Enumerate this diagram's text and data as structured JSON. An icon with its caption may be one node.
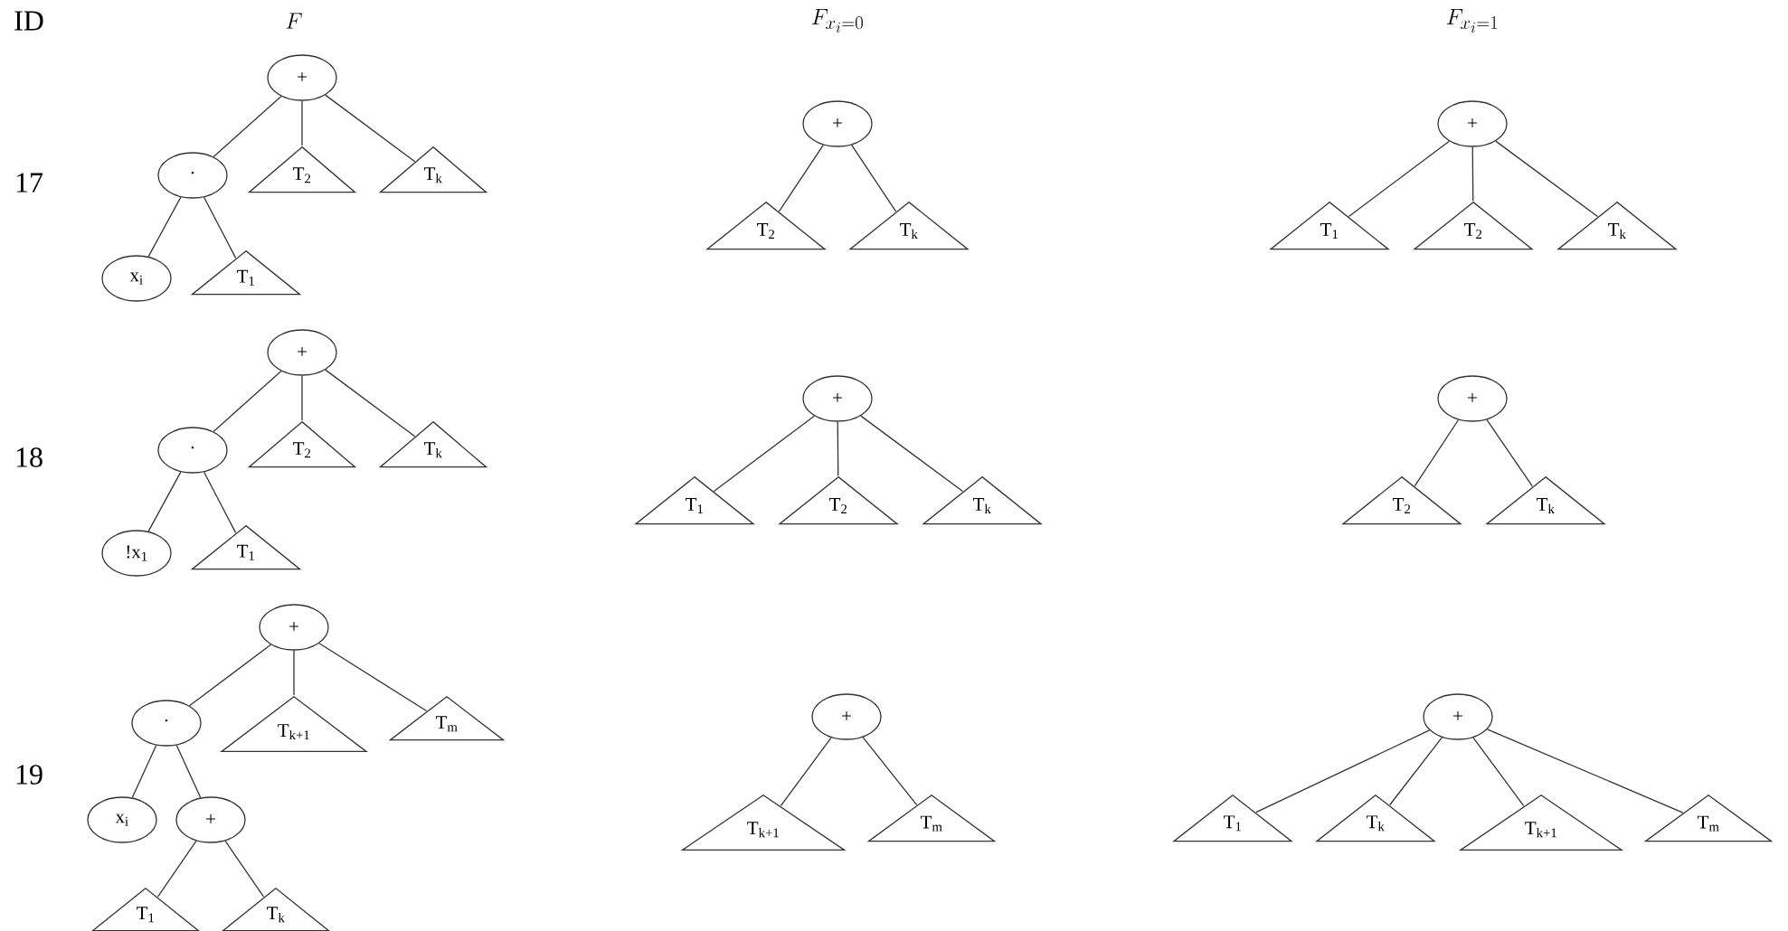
{
  "diagram": {
    "nodes": [
      {
        "text": [
          "+"
        ]
      },
      {
        "text": [
          "·"
        ]
      },
      {
        "text": [
          "T$_{2}$"
        ]
      },
      {
        "text": [
          "T$_{k}$"
        ]
      },
      {
        "text": [
          "x$_{i}$"
        ]
      },
      {
        "text": [
          "T$_{1}$"
        ]
      },
      {
        "text": [
          "+"
        ]
      },
      {
        "text": [
          "T$_{2}$"
        ]
      },
      {
        "text": [
          "T$_{k}$"
        ]
      },
      {
        "text": [
          "+"
        ]
      },
      {
        "text": [
          "T$_{1}$"
        ]
      },
      {
        "text": [
          "T$_{2}$"
        ]
      },
      {
        "text": [
          "T$_{k}$"
        ]
      },
      {
        "text": [
          "+"
        ]
      },
      {
        "text": [
          "·"
        ]
      },
      {
        "text": [
          "T$_{2}$"
        ]
      },
      {
        "text": [
          "T$_{k}$"
        ]
      },
      {
        "text": [
          "!x$_{1}$"
        ]
      },
      {
        "text": [
          "T$_{1}$"
        ]
      },
      {
        "text": [
          "+"
        ]
      },
      {
        "text": [
          "T$_{1}$"
        ]
      },
      {
        "text": [
          "T$_{2}$"
        ]
      },
      {
        "text": [
          "T$_{k}$"
        ]
      },
      {
        "text": [
          "+"
        ]
      },
      {
        "text": [
          "T$_{2}$"
        ]
      },
      {
        "text": [
          "T$_{k}$"
        ]
      },
      {
        "text": [
          "+"
        ]
      },
      {
        "text": [
          "·"
        ]
      },
      {
        "text": [
          "T$_{k+1}$"
        ]
      },
      {
        "text": [
          "T$_{m}$"
        ]
      },
      {
        "text": [
          "x$_{i}$"
        ]
      },
      {
        "text": [
          "+"
        ]
      },
      {
        "text": [
          "T$_{1}$"
        ]
      },
      {
        "text": [
          "T$_{k}$"
        ]
      },
      {
        "text": [
          "+"
        ]
      },
      {
        "text": [
          "T$_{k+1}$"
        ]
      },
      {
        "text": [
          "T$_{m}$"
        ]
      },
      {
        "text": [
          "+"
        ]
      },
      {
        "text": [
          "T$_{1}$"
        ]
      },
      {
        "text": [
          "T$_{k}$"
        ]
      },
      {
        "text": [
          "T$_{k+1}$"
        ]
      },
      {
        "text": [
          "T$_{m}$"
        ]
      }
    ],
    "edges": [
      {
        "from": 0,
        "to": 1,
        "arrow": "none"
      },
      {
        "from": 0,
        "to": 2,
        "arrow": "none"
      },
      {
        "from": 0,
        "to": 3,
        "arrow": "none"
      },
      {
        "from": 1,
        "to": 4,
        "arrow": "none"
      },
      {
        "from": 1,
        "to": 5,
        "arrow": "none"
      },
      {
        "from": 6,
        "to": 7,
        "arrow": "none"
      },
      {
        "from": 6,
        "to": 8,
        "arrow": "none"
      },
      {
        "from": 9,
        "to": 10,
        "arrow": "none"
      },
      {
        "from": 9,
        "to": 11,
        "arrow": "none"
      },
      {
        "from": 9,
        "to": 12,
        "arrow": "none"
      },
      {
        "from": 13,
        "to": 14,
        "arrow": "none"
      },
      {
        "from": 13,
        "to": 15,
        "arrow": "none"
      },
      {
        "from": 13,
        "to": 16,
        "arrow": "none"
      },
      {
        "from": 14,
        "to": 17,
        "arrow": "none"
      },
      {
        "from": 14,
        "to": 18,
        "arrow": "none"
      },
      {
        "from": 19,
        "to": 20,
        "arrow": "none"
      },
      {
        "from": 19,
        "to": 21,
        "arrow": "none"
      },
      {
        "from": 19,
        "to": 22,
        "arrow": "none"
      },
      {
        "from": 23,
        "to": 24,
        "arrow": "none"
      },
      {
        "from": 23,
        "to": 25,
        "arrow": "none"
      },
      {
        "from": 26,
        "to": 27,
        "arrow": "none"
      },
      {
        "from": 26,
        "to": 28,
        "arrow": "none"
      },
      {
        "from": 26,
        "to": 29,
        "arrow": "none"
      },
      {
        "from": 27,
        "to": 30,
        "arrow": "none"
      },
      {
        "from": 27,
        "to": 31,
        "arrow": "none"
      },
      {
        "from": 31,
        "to": 32,
        "arrow": "none"
      },
      {
        "from": 31,
        "to": 33,
        "arrow": "none"
      },
      {
        "from": 34,
        "to": 35,
        "arrow": "none"
      },
      {
        "from": 34,
        "to": 36,
        "arrow": "none"
      },
      {
        "from": 37,
        "to": 38,
        "arrow": "none"
      },
      {
        "from": 37,
        "to": 39,
        "arrow": "none"
      },
      {
        "from": 37,
        "to": 40,
        "arrow": "none"
      },
      {
        "from": 37,
        "to": 41,
        "arrow": "none"
      }
    ],
    "labels": [
      "ID",
      "F",
      "F_{x_i=0}",
      "F_{x_i=1}",
      "17",
      "18",
      "19"
    ]
  }
}
